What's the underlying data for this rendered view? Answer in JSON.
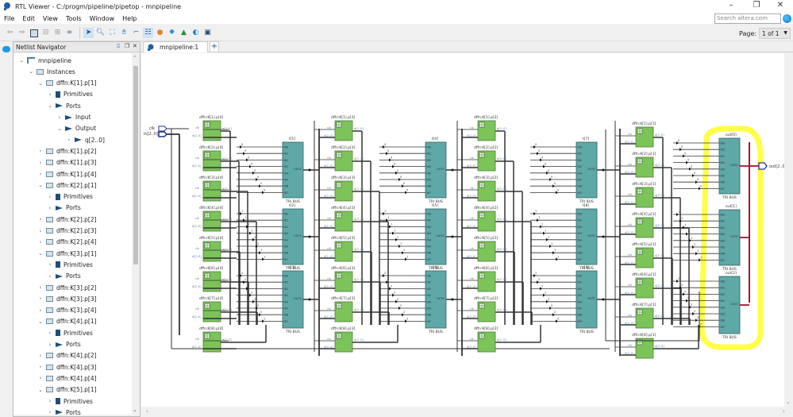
{
  "window": {
    "title": "RTL Viewer - C:/progm/pipeline/pipetop - mnpipeline",
    "controls": [
      "minimize",
      "restore",
      "close"
    ]
  },
  "menu": [
    "File",
    "Edit",
    "View",
    "Tools",
    "Window",
    "Help"
  ],
  "search": {
    "placeholder": "Search altera.com"
  },
  "toolbar": {
    "buttons": [
      "back-icon",
      "forward-icon",
      "fit-window-icon",
      "collapse-icon",
      "expand-icon",
      "find-icon",
      "select-icon",
      "zoom-icon",
      "full-screen-icon",
      "hand-icon",
      "netlist-icon",
      "hierarchy-icon",
      "color-icon",
      "settings-icon",
      "layer-icon",
      "filter-icon",
      "export-icon"
    ],
    "page_label": "Page:",
    "page_value": "1 of 1"
  },
  "navigator": {
    "title": "Netlist Navigator",
    "tree": [
      {
        "label": "mnpipeline",
        "level": 0,
        "expanded": true,
        "icon": "top"
      },
      {
        "label": "Instances",
        "level": 1,
        "expanded": true,
        "icon": "inst"
      },
      {
        "label": "dffn:K[1].p[1]",
        "level": 2,
        "expanded": true,
        "icon": "inst"
      },
      {
        "label": "Primitives",
        "level": 3,
        "expanded": false,
        "icon": "prim"
      },
      {
        "label": "Ports",
        "level": 3,
        "expanded": true,
        "icon": "port"
      },
      {
        "label": "Input",
        "level": 4,
        "expanded": false,
        "icon": "port"
      },
      {
        "label": "Output",
        "level": 4,
        "expanded": true,
        "icon": "port"
      },
      {
        "label": "q[2..0]",
        "level": 5,
        "expanded": false,
        "icon": "port"
      },
      {
        "label": "dffn:K[1].p[2]",
        "level": 2,
        "expanded": false,
        "icon": "inst"
      },
      {
        "label": "dffn:K[1].p[3]",
        "level": 2,
        "expanded": false,
        "icon": "inst"
      },
      {
        "label": "dffn:K[1].p[4]",
        "level": 2,
        "expanded": false,
        "icon": "inst"
      },
      {
        "label": "dffn:K[2].p[1]",
        "level": 2,
        "expanded": true,
        "icon": "inst"
      },
      {
        "label": "Primitives",
        "level": 3,
        "expanded": false,
        "icon": "prim"
      },
      {
        "label": "Ports",
        "level": 3,
        "expanded": false,
        "icon": "port"
      },
      {
        "label": "dffn:K[2].p[2]",
        "level": 2,
        "expanded": false,
        "icon": "inst"
      },
      {
        "label": "dffn:K[2].p[3]",
        "level": 2,
        "expanded": false,
        "icon": "inst"
      },
      {
        "label": "dffn:K[2].p[4]",
        "level": 2,
        "expanded": false,
        "icon": "inst"
      },
      {
        "label": "dffn:K[3].p[1]",
        "level": 2,
        "expanded": true,
        "icon": "inst"
      },
      {
        "label": "Primitives",
        "level": 3,
        "expanded": false,
        "icon": "prim"
      },
      {
        "label": "Ports",
        "level": 3,
        "expanded": false,
        "icon": "port"
      },
      {
        "label": "dffn:K[3].p[2]",
        "level": 2,
        "expanded": false,
        "icon": "inst"
      },
      {
        "label": "dffn:K[3].p[3]",
        "level": 2,
        "expanded": false,
        "icon": "inst"
      },
      {
        "label": "dffn:K[3].p[4]",
        "level": 2,
        "expanded": false,
        "icon": "inst"
      },
      {
        "label": "dffn:K[4].p[1]",
        "level": 2,
        "expanded": true,
        "icon": "inst"
      },
      {
        "label": "Primitives",
        "level": 3,
        "expanded": false,
        "icon": "prim"
      },
      {
        "label": "Ports",
        "level": 3,
        "expanded": false,
        "icon": "port"
      },
      {
        "label": "dffn:K[4].p[2]",
        "level": 2,
        "expanded": false,
        "icon": "inst"
      },
      {
        "label": "dffn:K[4].p[3]",
        "level": 2,
        "expanded": false,
        "icon": "inst"
      },
      {
        "label": "dffn:K[4].p[4]",
        "level": 2,
        "expanded": false,
        "icon": "inst"
      },
      {
        "label": "dffn:K[5].p[1]",
        "level": 2,
        "expanded": true,
        "icon": "inst"
      },
      {
        "label": "Primitives",
        "level": 3,
        "expanded": false,
        "icon": "prim"
      },
      {
        "label": "Ports",
        "level": 3,
        "expanded": false,
        "icon": "port"
      }
    ]
  },
  "document_tab": {
    "label": "mnpipeline:1",
    "add_label": "+"
  },
  "schematic": {
    "inputs": [
      "clk",
      "in[2..0]"
    ],
    "output": "out[2..0]",
    "ff_pin_in_clk": "clk",
    "ff_pin_in_d": "d[2..0]",
    "ff_pin_out_q": "q[2..0]",
    "tribus_inputs": [
      "IN0",
      "IN1",
      "IN2",
      "IN3",
      "IN4",
      "IN5",
      "IN6",
      "IN7"
    ],
    "tribus_output": "OUT0",
    "tribus_caption": "TRI BUS",
    "columns": [
      {
        "ffs": [
          "dffn:K[1].p[4]",
          "dffn:K[2].p[4]",
          "dffn:K[3].p[4]",
          "dffn:K[4].p[4]",
          "dffn:K[5].p[4]",
          "dffn:K[6].p[4]",
          "dffn:K[7].p[4]",
          "dffn:K[8].p[4]"
        ],
        "buses": [
          "t[1]",
          "t[2]",
          "t[3]"
        ]
      },
      {
        "ffs": [
          "dffn:K[1].p[3]",
          "dffn:K[2].p[3]",
          "dffn:K[3].p[3]",
          "dffn:K[4].p[3]",
          "dffn:K[5].p[3]",
          "dffn:K[6].p[3]",
          "dffn:K[7].p[3]",
          "dffn:K[8].p[3]"
        ],
        "buses": [
          "t[4]",
          "t[5]",
          "t[6]"
        ]
      },
      {
        "ffs": [
          "dffn:K[1].p[2]",
          "dffn:K[2].p[2]",
          "dffn:K[3].p[2]",
          "dffn:K[4].p[2]",
          "dffn:K[5].p[2]",
          "dffn:K[6].p[2]",
          "dffn:K[7].p[2]",
          "dffn:K[8].p[2]"
        ],
        "buses": [
          "t[7]",
          "t[8]",
          "t[9]"
        ]
      },
      {
        "ffs": [
          "dffn:K[1].p[1]",
          "dffn:K[2].p[1]",
          "dffn:K[3].p[1]",
          "dffn:K[4].p[1]",
          "dffn:K[5].p[1]",
          "dffn:K[6].p[1]",
          "dffn:K[7].p[1]",
          "dffn:K[8].p[1]"
        ],
        "buses": [
          "out[0]",
          "out[1]",
          "out[2]"
        ]
      }
    ],
    "bit_labels": [
      "0",
      "1",
      "2"
    ],
    "highlight_color": "#ffff33",
    "ff_color": "#7cc35a",
    "bus_color": "#5fa8a8",
    "output_net_color": "#a3172d"
  }
}
